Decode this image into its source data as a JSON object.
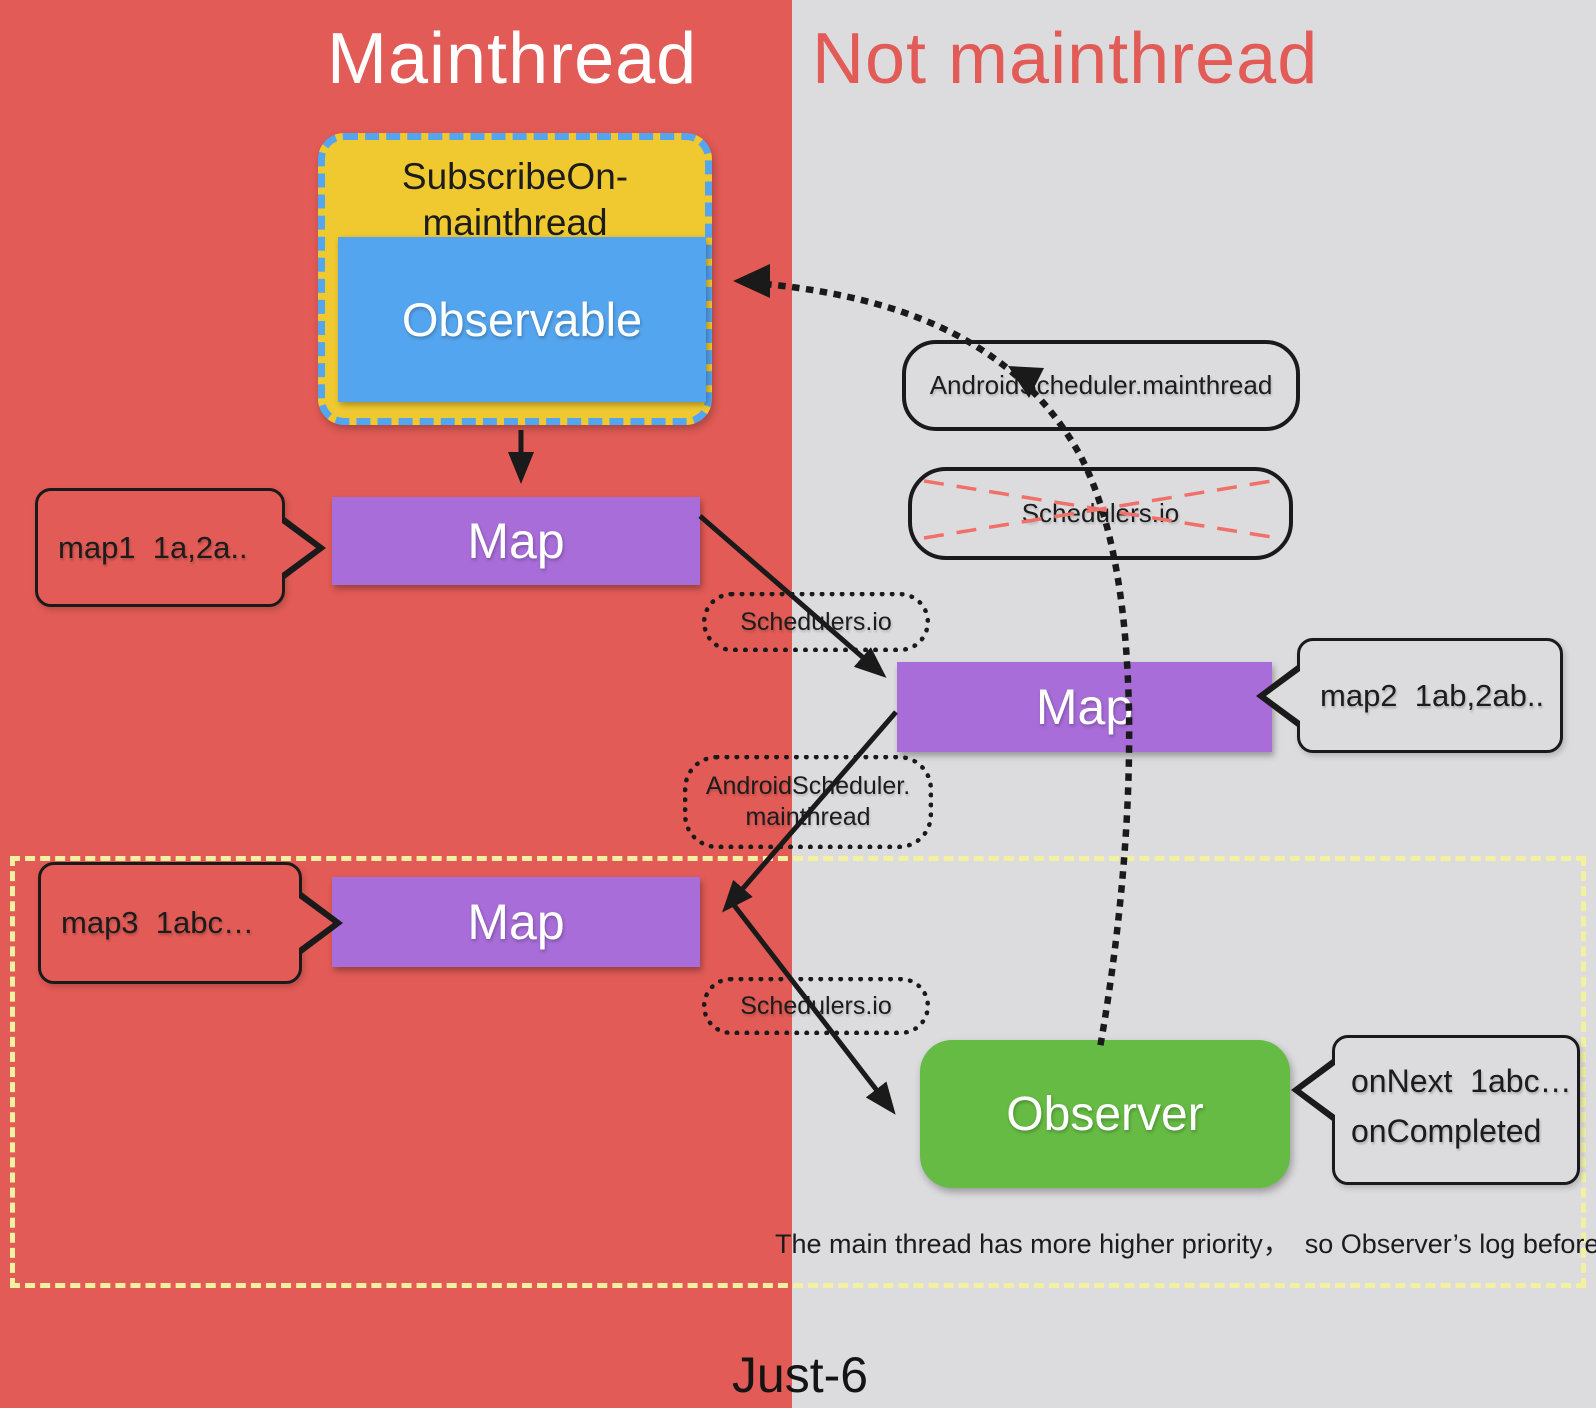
{
  "titles": {
    "main": "Mainthread",
    "not_main": "Not mainthread"
  },
  "subscribe_box": {
    "line1": "SubscribeOn-",
    "line2": "mainthread",
    "observable": "Observable"
  },
  "maps": {
    "map1": "Map",
    "map2": "Map",
    "map3": "Map"
  },
  "observer": {
    "label": "Observer"
  },
  "bubbles": {
    "map1": "map1  1a,2a..",
    "map2": "map2  1ab,2ab..",
    "map3": "map3  1abc…",
    "observer_line1": "onNext  1abc…",
    "observer_line2": "onCompleted"
  },
  "schedulers": {
    "android_box": "AndroidScheduler.mainthread",
    "io_crossed": "Schedulers.io",
    "io_pill_top": "Schedulers.io",
    "android_pill_line1": "AndroidScheduler.",
    "android_pill_line2": "mainthread",
    "io_pill_bottom": "Schedulers.io"
  },
  "note": "The main thread has more higher priority，  so Observer’s log before map’s log",
  "footer": "Just-6",
  "colors": {
    "mainthread_bg": "#E25B56",
    "not_mainthread_bg": "#DCDCDE",
    "subscribe_fill": "#F0C930",
    "subscribe_border": "#54A5EF",
    "observable_fill": "#54A5EF",
    "map_fill": "#A86DD8",
    "observer_fill": "#66BB44",
    "dashed_region_border": "#F1F1A0",
    "cross_dash": "#F0706A",
    "line": "#1A1A1A"
  }
}
